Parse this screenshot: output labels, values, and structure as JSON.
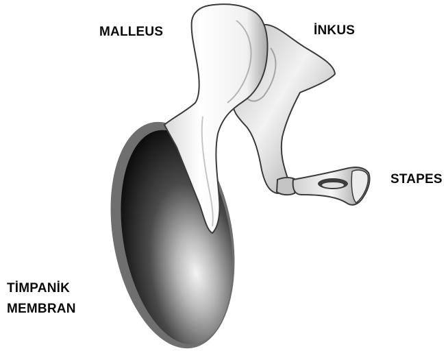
{
  "labels": {
    "malleus": "MALLEUS",
    "inkus": "İNKUS",
    "stapes": "STAPES",
    "tympanic_line1": "TİMPANİK",
    "tympanic_line2": "MEMBRAN"
  }
}
